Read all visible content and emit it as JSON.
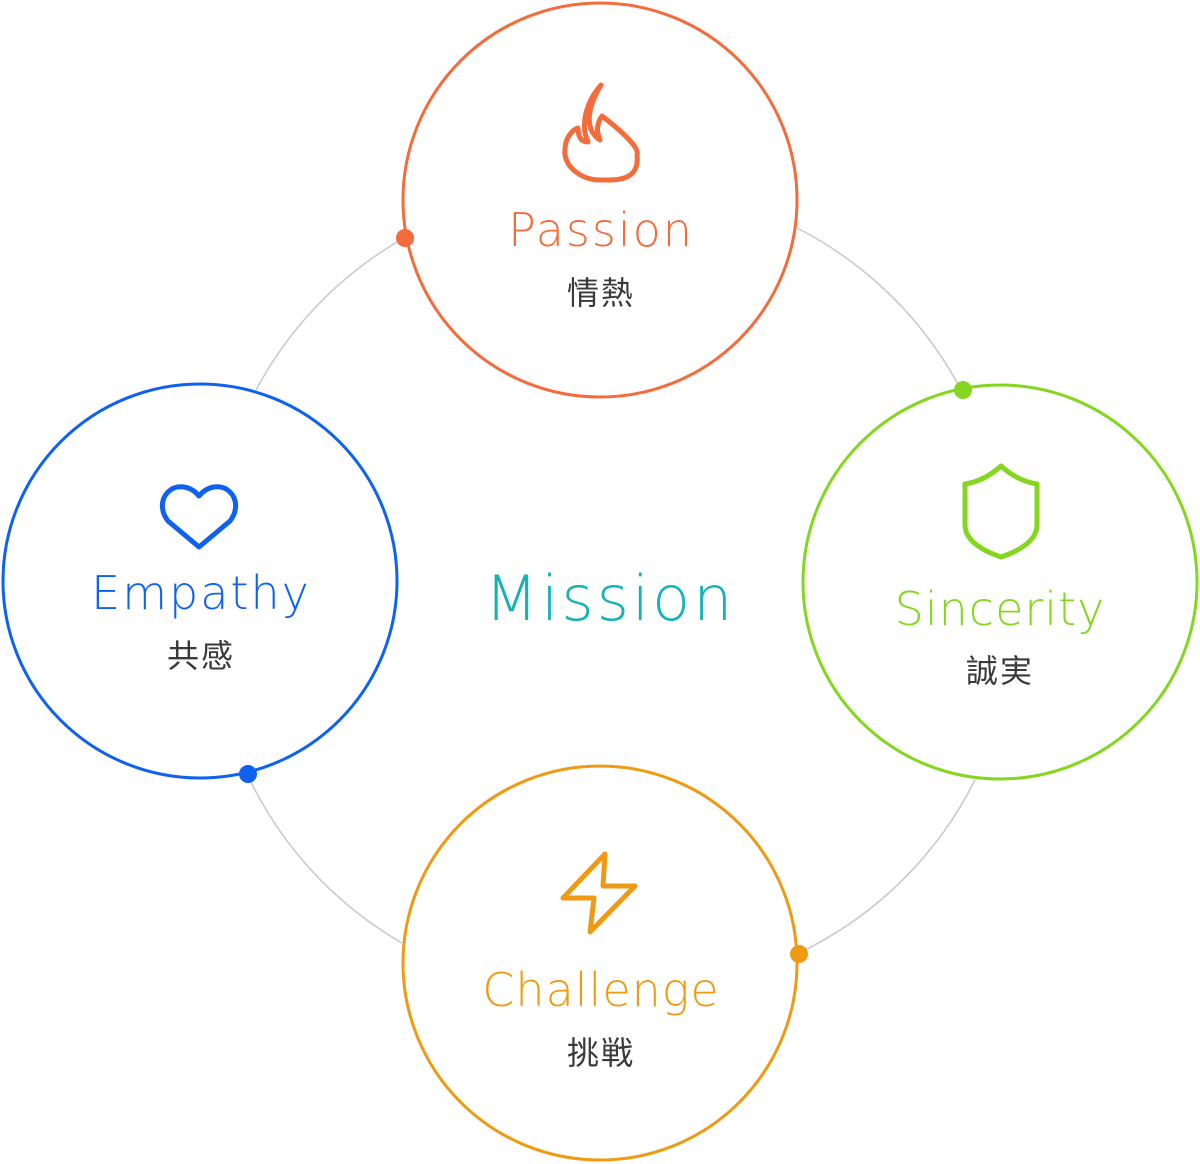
{
  "center": {
    "label": "Mission",
    "color": "#14b3b5"
  },
  "ring": {
    "color": "#c8c8c8"
  },
  "values": [
    {
      "id": "passion",
      "label": "Passion",
      "label_jp": "情熱",
      "icon": "flame-icon",
      "color": "#f46b3c"
    },
    {
      "id": "sincerity",
      "label": "Sincerity",
      "label_jp": "誠実",
      "icon": "shield-icon",
      "color": "#84d61e"
    },
    {
      "id": "challenge",
      "label": "Challenge",
      "label_jp": "挑戦",
      "icon": "lightning-icon",
      "color": "#ef9a12"
    },
    {
      "id": "empathy",
      "label": "Empathy",
      "label_jp": "共感",
      "icon": "heart-icon",
      "color": "#0f62f0"
    }
  ]
}
